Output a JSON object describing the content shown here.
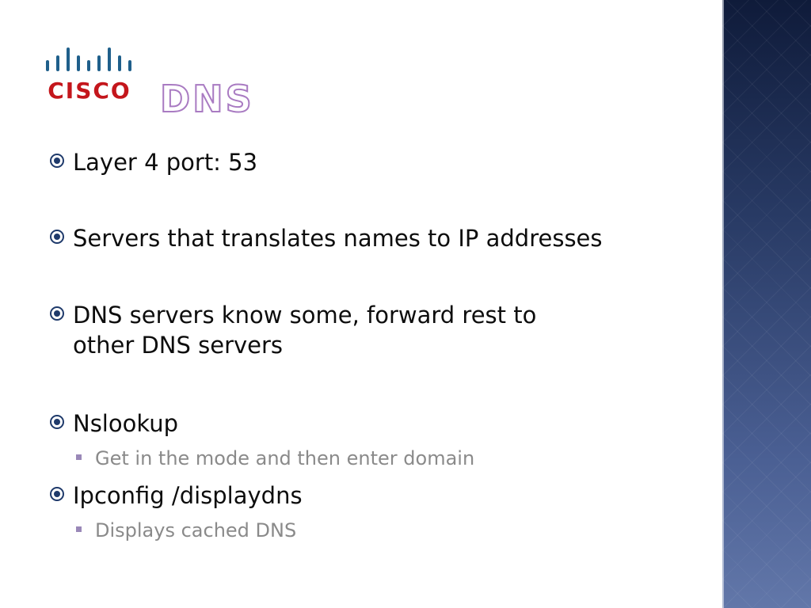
{
  "slide": {
    "title": "DNS",
    "logo_text": "CISCO",
    "bullets": [
      {
        "text": "Layer 4 port: 53"
      },
      {
        "text": "Servers that translates names to IP addresses"
      },
      {
        "text": "DNS servers know some, forward rest to other DNS servers"
      },
      {
        "text": "Nslookup",
        "sub": "Get in the mode and then enter domain"
      },
      {
        "text": "Ipconfig /displaydns",
        "sub": "Displays cached DNS"
      }
    ]
  },
  "colors": {
    "title_outline": "#a97bc2",
    "bullet_icon": "#1f3a6b",
    "sub_bullet": "#9a88b8",
    "sub_text": "#8a8a8a",
    "logo_bars": "#1f5f8b",
    "logo_text": "#c4161c",
    "side_band": "#2c3c63"
  },
  "icons": {
    "logo": "cisco-logo",
    "bullet": "circled-dot-icon",
    "sub_bullet": "square-bullet-icon"
  }
}
